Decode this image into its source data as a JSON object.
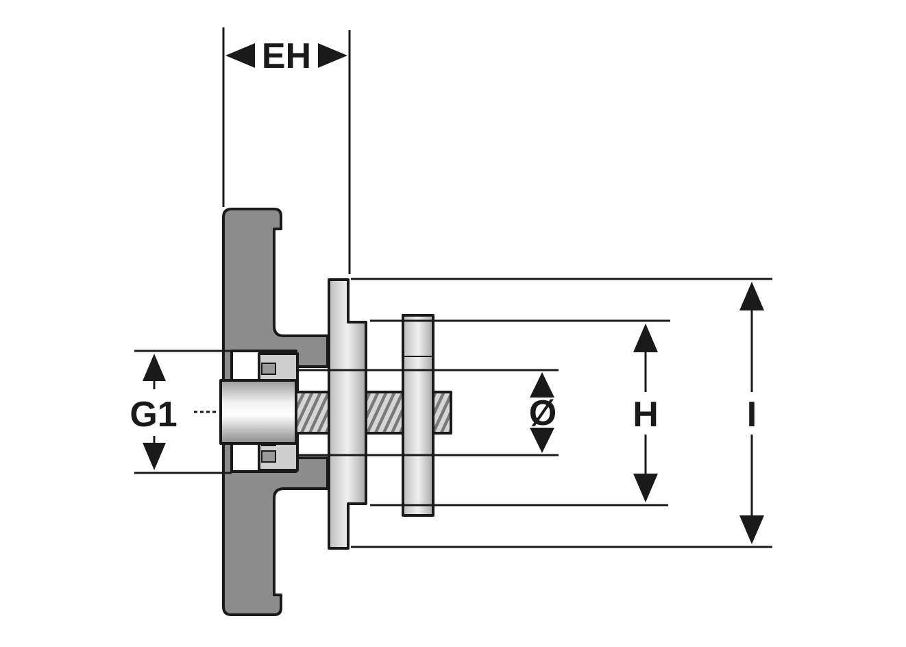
{
  "labels": {
    "eh": "EH",
    "g1": "G1",
    "diameter": "Ø",
    "h": "H",
    "i": "I"
  },
  "colors": {
    "stroke": "#1a1a1a",
    "handle_gray": "#8c8c8c",
    "metal_light": "#e6e6e6",
    "metal_mid": "#b8b8b8",
    "background": "#ffffff"
  }
}
